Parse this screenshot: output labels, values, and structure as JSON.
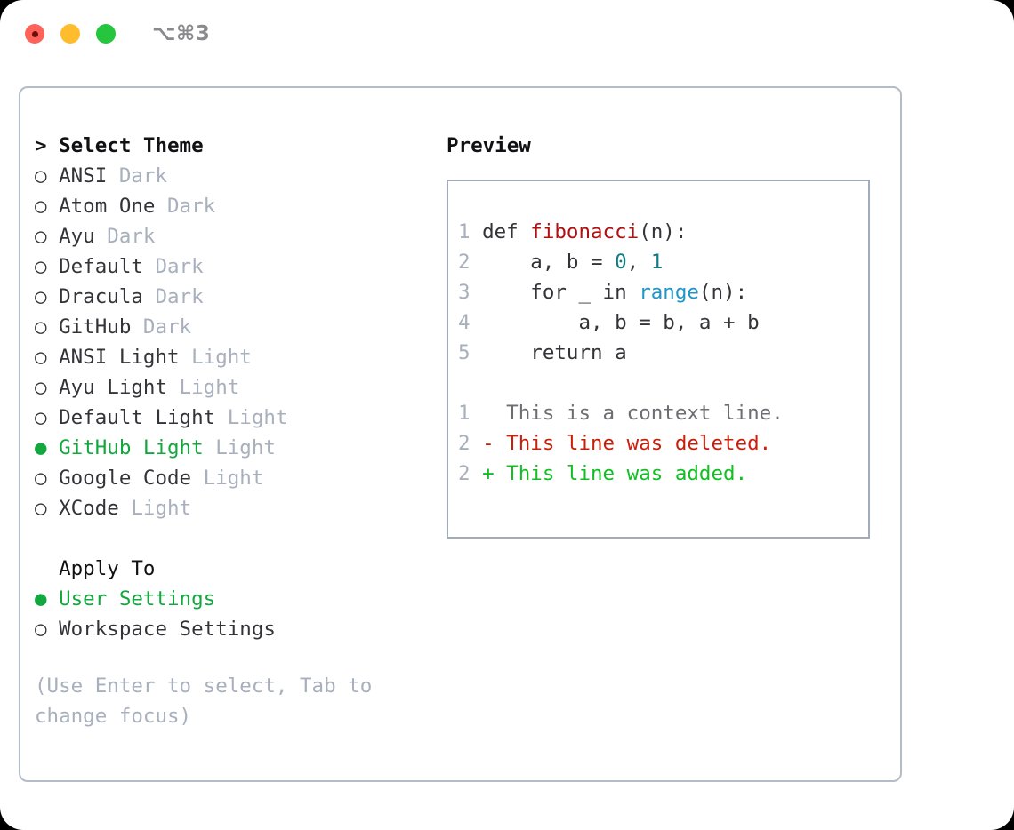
{
  "titlebar": {
    "shortcut": "⌥⌘3",
    "buttons": [
      {
        "name": "close",
        "color": "#ff6259"
      },
      {
        "name": "minimize",
        "color": "#ffbd2e"
      },
      {
        "name": "maximize",
        "color": "#25c53e"
      }
    ]
  },
  "theme_picker": {
    "header": "> Select Theme",
    "marker_selected": "●",
    "marker_unselected": "○",
    "items": [
      {
        "marker": "○",
        "name": "ANSI",
        "tag": "Dark",
        "selected": false
      },
      {
        "marker": "○",
        "name": "Atom One",
        "tag": "Dark",
        "selected": false
      },
      {
        "marker": "○",
        "name": "Ayu",
        "tag": "Dark",
        "selected": false
      },
      {
        "marker": "○",
        "name": "Default",
        "tag": "Dark",
        "selected": false
      },
      {
        "marker": "○",
        "name": "Dracula",
        "tag": "Dark",
        "selected": false
      },
      {
        "marker": "○",
        "name": "GitHub",
        "tag": "Dark",
        "selected": false
      },
      {
        "marker": "○",
        "name": "ANSI Light",
        "tag": "Light",
        "selected": false
      },
      {
        "marker": "○",
        "name": "Ayu Light",
        "tag": "Light",
        "selected": false
      },
      {
        "marker": "○",
        "name": "Default Light",
        "tag": "Light",
        "selected": false
      },
      {
        "marker": "●",
        "name": "GitHub Light",
        "tag": "Light",
        "selected": true
      },
      {
        "marker": "○",
        "name": "Google Code",
        "tag": "Light",
        "selected": false
      },
      {
        "marker": "○",
        "name": "XCode",
        "tag": "Light",
        "selected": false
      }
    ]
  },
  "apply_to": {
    "header": "Apply To",
    "items": [
      {
        "marker": "●",
        "name": "User Settings",
        "selected": true
      },
      {
        "marker": "○",
        "name": "Workspace Settings",
        "selected": false
      }
    ]
  },
  "hint": "(Use Enter to select, Tab to change focus)",
  "preview": {
    "header": "Preview",
    "code_lines": [
      {
        "no": "1",
        "segments": [
          {
            "text": "def ",
            "tok": "plain"
          },
          {
            "text": "fibonacci",
            "tok": "fn"
          },
          {
            "text": "(n):",
            "tok": "plain"
          }
        ]
      },
      {
        "no": "2",
        "segments": [
          {
            "text": "    a, b = ",
            "tok": "plain"
          },
          {
            "text": "0",
            "tok": "num"
          },
          {
            "text": ", ",
            "tok": "plain"
          },
          {
            "text": "1",
            "tok": "num"
          }
        ]
      },
      {
        "no": "3",
        "segments": [
          {
            "text": "    for _ in ",
            "tok": "plain"
          },
          {
            "text": "range",
            "tok": "call"
          },
          {
            "text": "(n):",
            "tok": "plain"
          }
        ]
      },
      {
        "no": "4",
        "segments": [
          {
            "text": "        a, b = b, a + b",
            "tok": "plain"
          }
        ]
      },
      {
        "no": "5",
        "segments": [
          {
            "text": "    return a",
            "tok": "plain"
          }
        ]
      }
    ],
    "diff_lines": [
      {
        "no": "1",
        "text": "  This is a context line.",
        "kind": "ctx"
      },
      {
        "no": "2",
        "text": "- This line was deleted.",
        "kind": "del"
      },
      {
        "no": "2",
        "text": "+ This line was added.",
        "kind": "add"
      }
    ]
  },
  "colors": {
    "accent_green": "#13a83f",
    "muted": "#a8b0bd",
    "text": "#333338",
    "diff_add": "#11bf22",
    "diff_del": "#c8200b",
    "syntax_fn": "#b01010",
    "syntax_num": "#0e7c80",
    "syntax_call": "#1f96c6",
    "panel_border": "#b4bcc8",
    "preview_border": "#a2abba"
  }
}
